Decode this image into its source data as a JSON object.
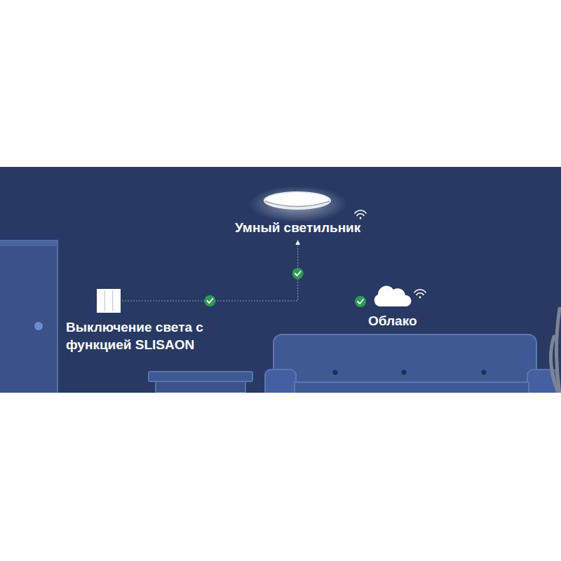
{
  "diagram": {
    "nodes": [
      {
        "text": [
          "Выключение света с функцией SLISAON"
        ]
      },
      {
        "text": [
          "Умный светильник"
        ]
      },
      {
        "text": [
          "Облако"
        ]
      }
    ],
    "edges": [
      {
        "from": 0,
        "to": 1,
        "arrow": "to"
      }
    ]
  }
}
